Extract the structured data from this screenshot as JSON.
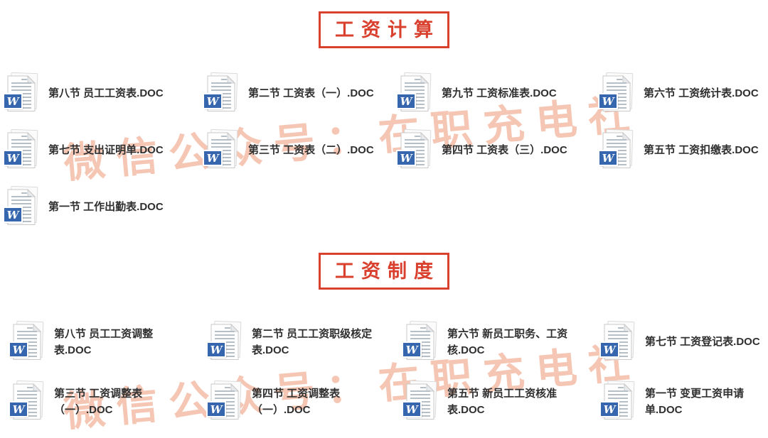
{
  "watermark": {
    "text": "微信公众号：在职充电社",
    "color": "#e87a4c"
  },
  "colors": {
    "title_red": "#d9412e",
    "word_badge_blue": "#3566ae",
    "label_text": "#2f2f2f"
  },
  "icon": {
    "badge_letter": "W"
  },
  "sections": [
    {
      "title": "工资计算",
      "items": [
        {
          "name": "第八节 员工工资表.DOC"
        },
        {
          "name": "第二节 工资表（一）.DOC"
        },
        {
          "name": "第九节 工资标准表.DOC"
        },
        {
          "name": "第六节 工资统计表.DOC"
        },
        {
          "name": "第七节 支出证明单.DOC"
        },
        {
          "name": "第三节 工资表（二）.DOC"
        },
        {
          "name": "第四节 工资表（三）.DOC"
        },
        {
          "name": "第五节 工资扣缴表.DOC"
        },
        {
          "name": "第一节 工作出勤表.DOC"
        }
      ]
    },
    {
      "title": "工资制度",
      "items": [
        {
          "name": "第八节 员工工资调整表.DOC"
        },
        {
          "name": "第二节 员工工资职级核定表.DOC"
        },
        {
          "name": "第六节 新员工职务、工资核.DOC"
        },
        {
          "name": "第七节 工资登记表.DOC"
        },
        {
          "name": "第三节 工资调整表（一）.DOC"
        },
        {
          "name": "第四节 工资调整表（一）.DOC"
        },
        {
          "name": "第五节 新员工工资核准表.DOC"
        },
        {
          "name": "第一节 变更工资申请单.DOC"
        }
      ]
    }
  ]
}
